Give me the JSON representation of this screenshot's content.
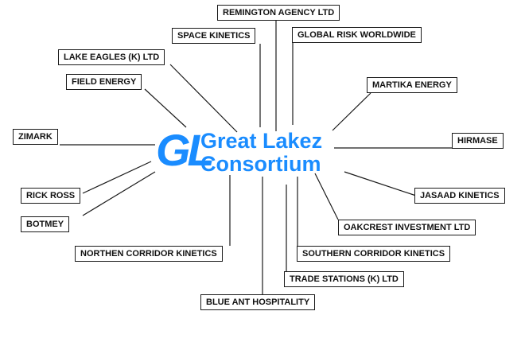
{
  "logo": {
    "mark": "GL",
    "line1": "Great Lakez",
    "line2": "Consortium",
    "color": "#1a8cff"
  },
  "connector_color": "#1a1a1a",
  "partners": {
    "remington": "REMINGTON AGENCY LTD",
    "space_kinetics": "SPACE KINETICS",
    "global_risk": "GLOBAL RISK WORLDWIDE",
    "lake_eagles": "LAKE EAGLES (K) LTD",
    "field_energy": "FIELD ENERGY",
    "martika": "MARTIKA ENERGY",
    "zimark": "ZIMARK",
    "hirmase": "HIRMASE",
    "rick_ross": "RICK ROSS",
    "jasaad": "JASAAD KINETICS",
    "botmey": "BOTMEY",
    "oakcrest": "OAKCREST INVESTMENT LTD",
    "northen_corridor": "NORTHEN CORRIDOR KINETICS",
    "southern_corridor": "SOUTHERN CORRIDOR KINETICS",
    "trade_stations": "TRADE STATIONS (K) LTD",
    "blue_ant": "BLUE ANT HOSPITALITY"
  }
}
